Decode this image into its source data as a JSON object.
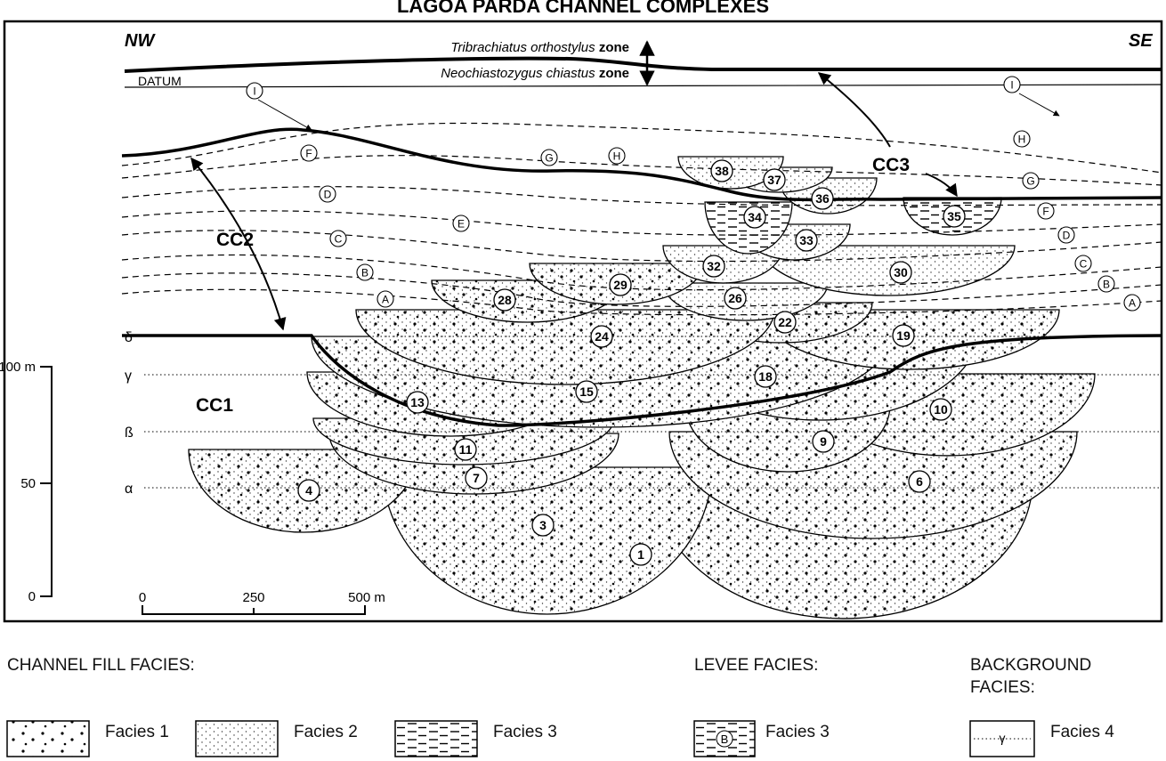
{
  "title": "LAGOA PARDA CHANNEL COMPLEXES",
  "directions": {
    "left": "NW",
    "right": "SE"
  },
  "zones": [
    {
      "species": "Tribrachiatus orthostylus",
      "suffix": "zone"
    },
    {
      "species": "Neochiastozygus chiastus",
      "suffix": "zone"
    }
  ],
  "datum_label": "DATUM",
  "complexes": [
    "CC1",
    "CC2",
    "CC3"
  ],
  "channels": [
    "1",
    "3",
    "4",
    "6",
    "7",
    "9",
    "10",
    "11",
    "13",
    "15",
    "18",
    "19",
    "22",
    "24",
    "26",
    "28",
    "29",
    "30",
    "32",
    "33",
    "34",
    "35",
    "36",
    "37",
    "38"
  ],
  "levee_markers": [
    "I",
    "F",
    "D",
    "C",
    "B",
    "A",
    "E",
    "G",
    "H",
    "I",
    "H",
    "G",
    "F",
    "D",
    "C",
    "B",
    "A"
  ],
  "background_markers": [
    "δ",
    "γ",
    "ß",
    "α"
  ],
  "vertical_scale": [
    "100 m",
    "50",
    "0"
  ],
  "horizontal_scale": [
    "0",
    "250",
    "500 m"
  ],
  "legend": {
    "channel_fill_heading": "CHANNEL FILL FACIES:",
    "levee_heading": "LEVEE FACIES:",
    "background_heading_1": "BACKGROUND",
    "background_heading_2": "FACIES:",
    "items": [
      "Facies 1",
      "Facies 2",
      "Facies 3",
      "Facies 3",
      "Facies 4"
    ],
    "levee_symbol": "B",
    "background_symbol": "γ"
  },
  "colors": {
    "ink": "#000000",
    "fill": "#ffffff"
  }
}
